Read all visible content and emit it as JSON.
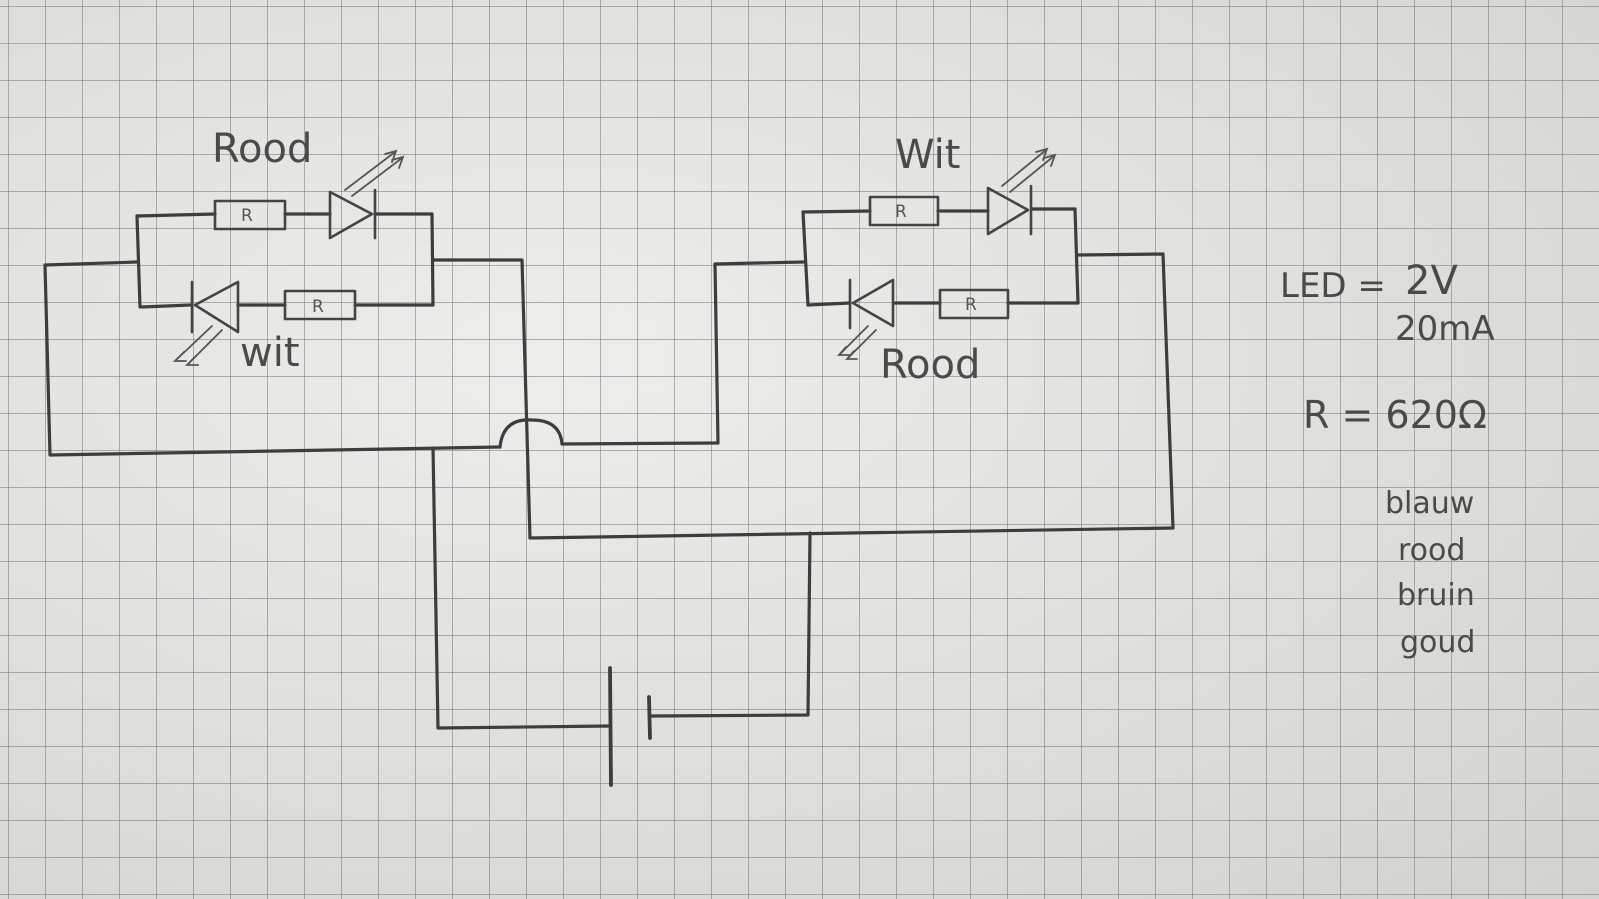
{
  "labels": {
    "top_left": "Rood",
    "bottom_left": "wit",
    "top_right": "Wit",
    "bottom_right": "Rood",
    "resistor": "R"
  },
  "notes": {
    "led_label": "LED =",
    "led_voltage": "2V",
    "led_current": "20mA",
    "resistor_value": "R = 620Ω",
    "color_bands": [
      "blauw",
      "rood",
      "bruin",
      "goud"
    ]
  }
}
